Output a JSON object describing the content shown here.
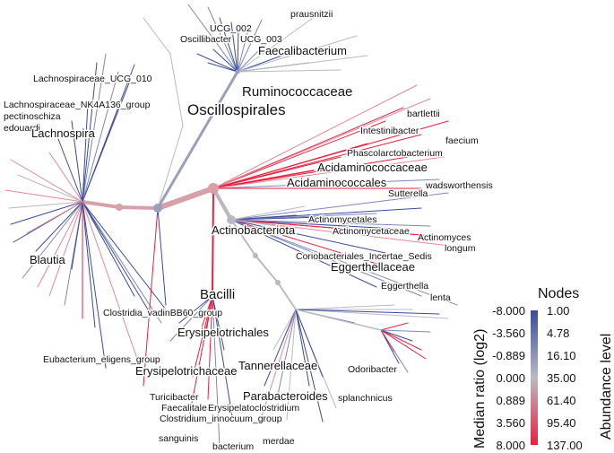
{
  "legend": {
    "title_nodes": "Nodes",
    "axis_left": "Median ratio (log2)",
    "axis_right": "Abundance level",
    "median_ticks": [
      "-8.000",
      "-3.560",
      "-0.889",
      "0.000",
      "0.889",
      "3.560",
      "8.000"
    ],
    "abundance_ticks": [
      "1.00",
      "4.78",
      "16.10",
      "35.00",
      "61.40",
      "95.40",
      "137.00"
    ],
    "colors": {
      "low": "#3a4b9c",
      "mid": "#b9b9c4",
      "high": "#e8203f"
    }
  },
  "labels": {
    "oscillospirales": "Oscillospirales",
    "ruminococcaceae": "Ruminococcaceae",
    "faecalibacterium": "Faecalibacterium",
    "prausnitzii": "prausnitzii",
    "ucg002": "UCG_002",
    "oscillibacter": "Oscillibacter",
    "ucg003": "UCG_003",
    "lachno_ucg010": "Lachnospiraceae_UCG_010",
    "lachno_nk4a136": "Lachnospiraceae_NK4A136_group",
    "pectinoschiza": "pectinoschiza",
    "edouardi": "edouardi",
    "lachnospira": "Lachnospira",
    "blautia": "Blautia",
    "bartlettii": "bartlettii",
    "intestinibacter": "Intestinibacter",
    "faecium": "faecium",
    "phascolarctobacterium": "Phascolarctobacterium",
    "acidaminococcaceae": "Acidaminococcaceae",
    "acidaminococcales": "Acidaminococcales",
    "wadsworthensis": "wadsworthensis",
    "sutterella": "Sutterella",
    "actinomycetales": "Actinomycetales",
    "actinobacteriota": "Actinobacteriota",
    "actinomycetaceae": "Actinomycetaceae",
    "actinomyces": "Actinomyces",
    "longum": "longum",
    "coriobacteriales": "Coriobacteriales_Incertae_Sedis",
    "eggerthellaceae": "Eggerthellaceae",
    "eggerthella": "Eggerthella",
    "lenta": "lenta",
    "bacilli": "Bacilli",
    "clostridia_vadin": "Clostridia_vadinBB60_group",
    "erysipelotrichales": "Erysipelotrichales",
    "eubacterium_eligens": "Eubacterium_eligens_group",
    "erysipelotrichaceae": "Erysipelotrichaceae",
    "tannerellaceae": "Tannerellaceae",
    "odoribacter": "Odoribacter",
    "turicibacter": "Turicibacter",
    "faecalitalea": "Faecalitalea",
    "erysipelatoclostridium": "Erysipelatoclostridium",
    "parabacteroides": "Parabacteroides",
    "clostridium_innocuum": "Clostridium_innocuum_group",
    "splanchnicus": "splanchnicus",
    "sanguinis": "sanguinis",
    "bacterium": "bacterium",
    "merdae": "merdae"
  }
}
